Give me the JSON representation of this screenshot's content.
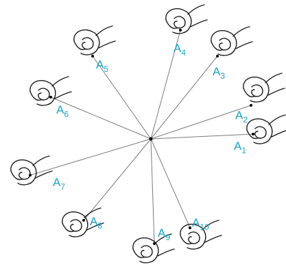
{
  "colors": {
    "line": "#7a7a7a",
    "hand_stroke": "#1a1a1a",
    "label": "#1ba3c6",
    "center": "#000000"
  },
  "labels": [
    {
      "id": "a1",
      "letter": "A",
      "index": "1"
    },
    {
      "id": "a2",
      "letter": "A",
      "index": "2"
    },
    {
      "id": "a3",
      "letter": "A",
      "index": "3"
    },
    {
      "id": "a4",
      "letter": "A",
      "index": "4"
    },
    {
      "id": "a5",
      "letter": "A",
      "index": "5"
    },
    {
      "id": "a6",
      "letter": "A",
      "index": "6"
    },
    {
      "id": "a7",
      "letter": "A",
      "index": "7"
    },
    {
      "id": "a8",
      "letter": "A",
      "index": "8"
    },
    {
      "id": "a9",
      "letter": "A",
      "index": "9"
    },
    {
      "id": "a10",
      "letter": "A",
      "index": "10"
    }
  ],
  "icons": {
    "hand": "hand-pinch-icon"
  }
}
